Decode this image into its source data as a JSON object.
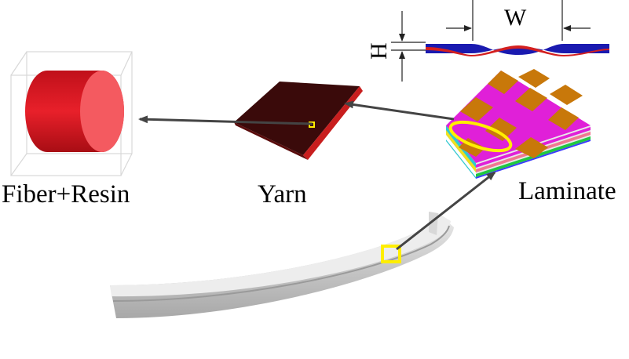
{
  "labels": {
    "fiber_resin": "Fiber+Resin",
    "yarn": "Yarn",
    "laminate": "Laminate"
  },
  "dimensions": {
    "width_symbol": "W",
    "height_symbol": "H"
  },
  "colors": {
    "fiber_cylinder": "#e8202a",
    "yarn": "#3a0a0a",
    "yarn_edge": "#c81e1e",
    "laminate_magenta": "#e020d8",
    "laminate_orange": "#c8780a",
    "highlight": "#ffee00",
    "arrow": "#444444",
    "profile_red": "#d42020",
    "profile_blue": "#1a1ab0",
    "beam": "#cfcfcf"
  }
}
